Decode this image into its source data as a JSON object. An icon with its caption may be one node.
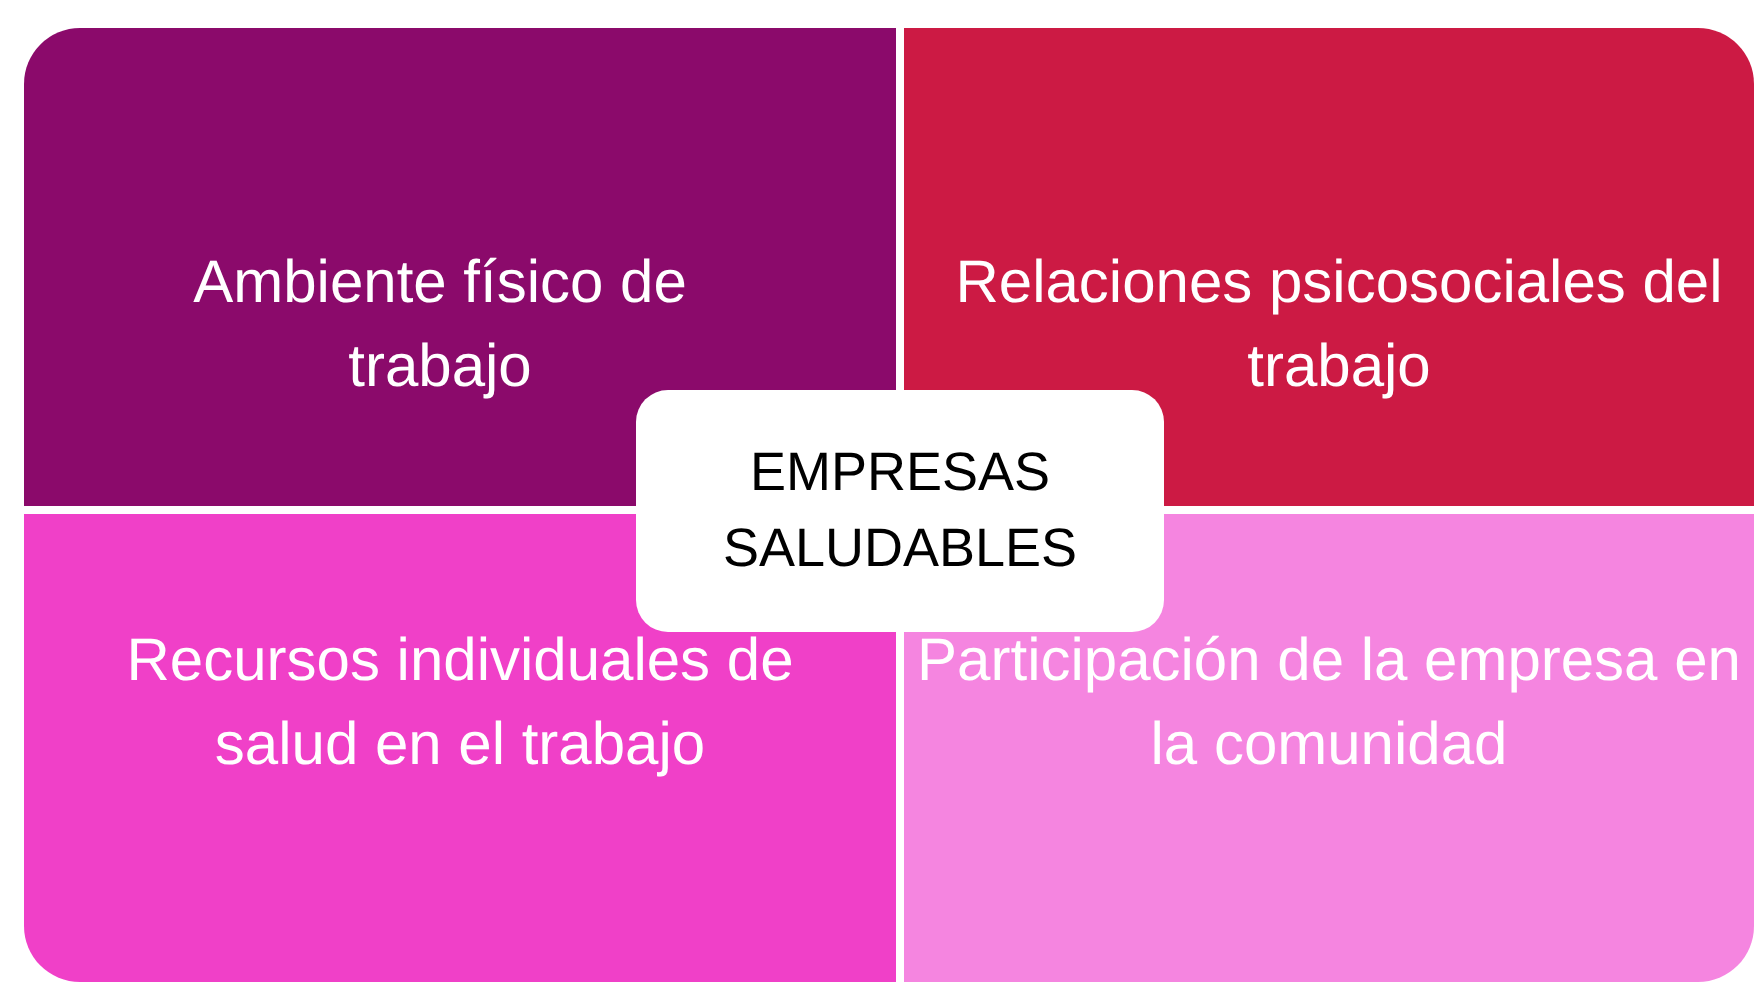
{
  "diagram": {
    "nodes": [
      {
        "text": [
          "Ambiente físico de trabajo"
        ]
      },
      {
        "text": [
          "Relaciones psicosociales del trabajo"
        ]
      },
      {
        "text": [
          "Recursos individuales de salud en el trabajo"
        ]
      },
      {
        "text": [
          "Participación de la empresa en la comunidad"
        ]
      },
      {
        "text": [
          "EMPRESAS SALUDABLES"
        ]
      }
    ]
  }
}
